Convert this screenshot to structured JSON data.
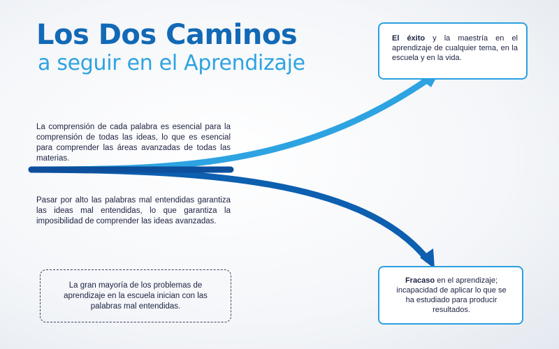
{
  "header": {
    "title": "Los Dos Caminos",
    "subtitle": "a seguir en el Aprendizaje"
  },
  "paths": {
    "success_description": "La comprensión de cada palabra es esencial para la comprensión de todas las ideas, lo que es esencial para comprender las áreas avanzadas de todas las materias.",
    "failure_description": "Pasar por alto las palabras mal entendidas garantiza las ideas mal entendidas, lo que garantiza la imposibilidad de comprender las ideas avanzadas."
  },
  "outcomes": {
    "success": {
      "lead": "El éxito",
      "rest": " y la maestría en el aprendizaje de cualquier tema, en la escuela y en la vida."
    },
    "failure": {
      "lead": "Fracaso",
      "rest": " en el aprendizaje; incapacidad de aplicar lo que se ha estudiado para producir resultados."
    }
  },
  "note": {
    "text": "La gran mayoría de los problemas de aprendizaje en la escuela inician con las palabras mal entendidas."
  },
  "colors": {
    "title": "#1269b6",
    "subtitle": "#2ea3e1",
    "success_arrow": "#2ea3e1",
    "failure_arrow": "#0d5fb0",
    "trunk": "#0d4f9c"
  }
}
